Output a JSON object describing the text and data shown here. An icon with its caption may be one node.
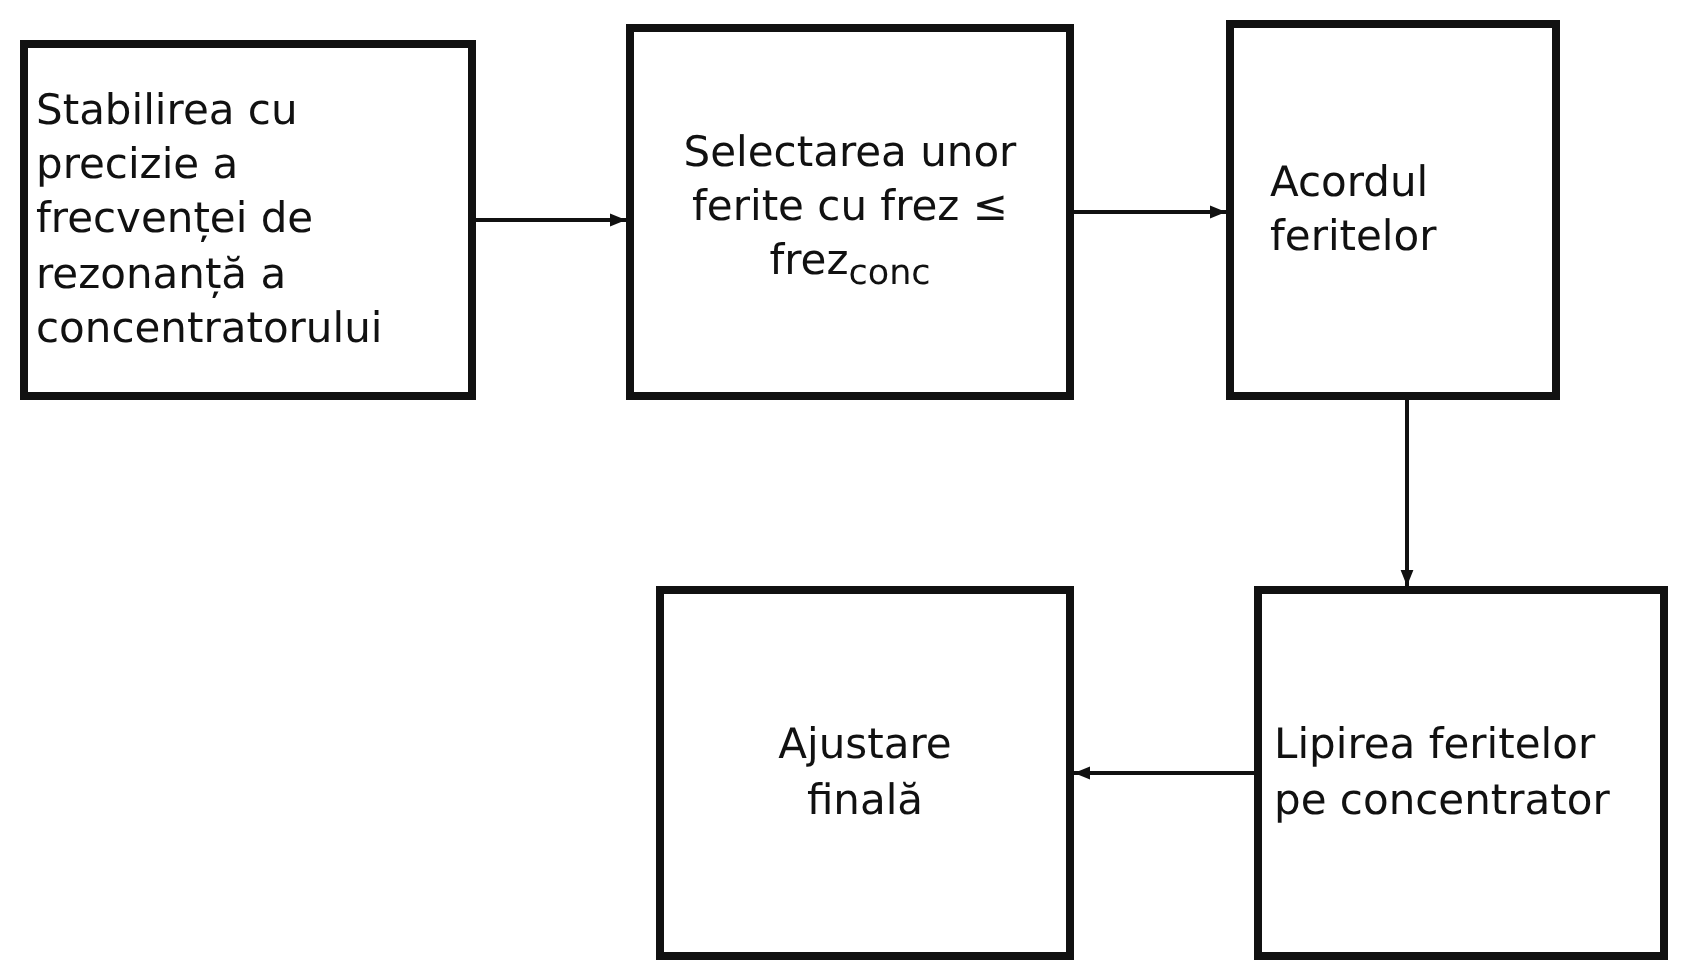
{
  "diagram": {
    "nodes": [
      {
        "text": [
          "Stabilirea cu precizie a frecvenței de rezonanță a concentratorului"
        ]
      },
      {
        "text": [
          "Selectarea unor ferite cu frez ≤ frez$_{conc}$"
        ]
      },
      {
        "text": [
          "Acordul feritelor"
        ]
      },
      {
        "text": [
          "Lipirea feritelor pe concentrator"
        ]
      },
      {
        "text": [
          "Ajustare finală"
        ]
      }
    ],
    "edges": [
      {
        "from": 0,
        "to": 1,
        "arrow": "to"
      },
      {
        "from": 1,
        "to": 2,
        "arrow": "to"
      },
      {
        "from": 2,
        "to": 3,
        "arrow": "to"
      },
      {
        "from": 3,
        "to": 4,
        "arrow": "to"
      }
    ]
  }
}
